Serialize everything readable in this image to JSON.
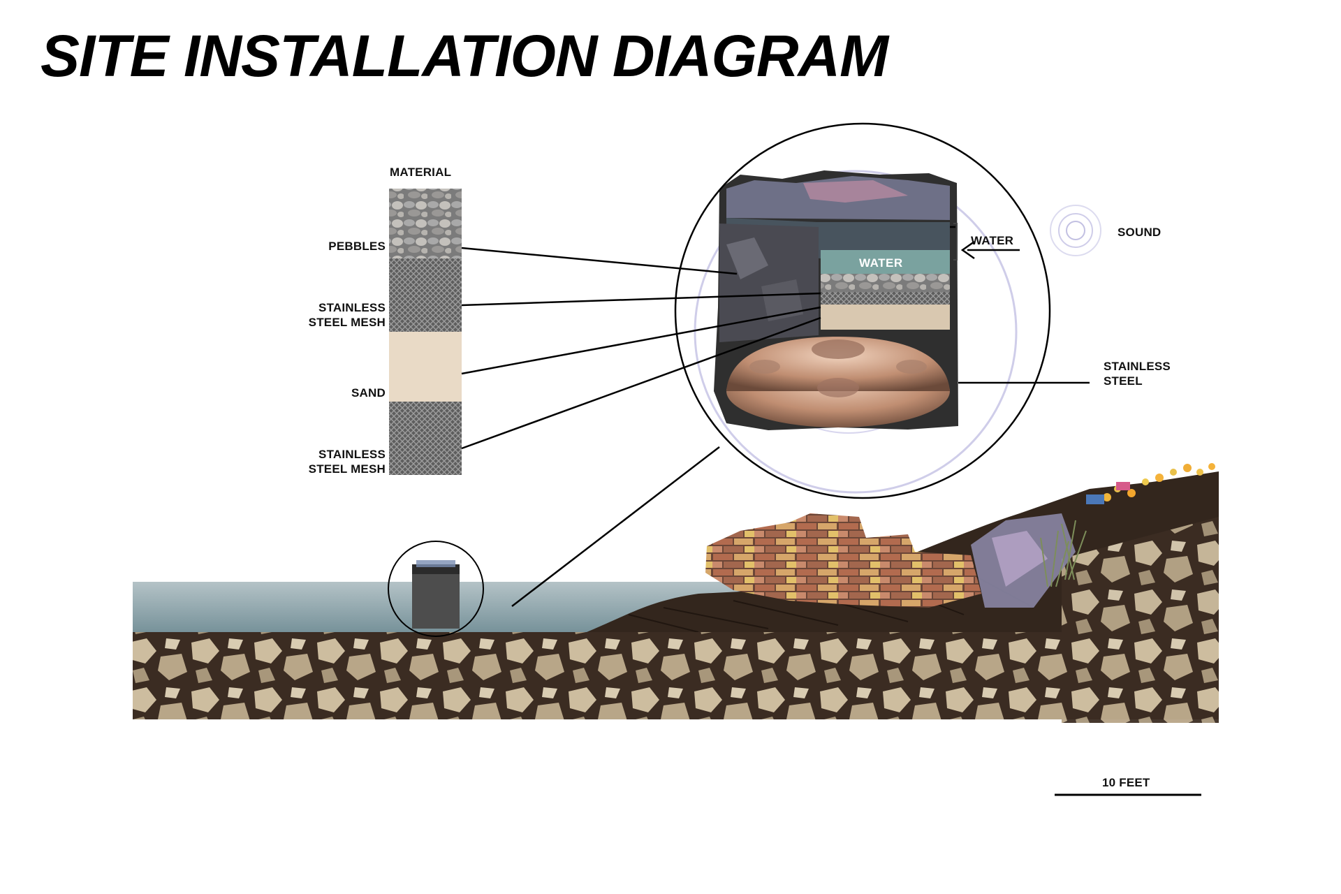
{
  "title": "SITE INSTALLATION DIAGRAM",
  "material_header": "MATERIAL",
  "materials": [
    {
      "label": "PEBBLES"
    },
    {
      "label_line1": "STAINLESS",
      "label_line2": "STEEL MESH"
    },
    {
      "label": "SAND"
    },
    {
      "label_line1": "STAINLESS",
      "label_line2": "STEEL MESH"
    }
  ],
  "callouts": {
    "water_outside": "WATER",
    "water_inside": "WATER",
    "sound": "SOUND",
    "steel_line1": "STAINLESS",
    "steel_line2": "STEEL"
  },
  "scale_bar": {
    "label": "10 FEET"
  },
  "colors": {
    "pebbles": "#8e8e8e",
    "mesh": "#6f6f6f",
    "sand": "#e9dac6",
    "water": "#7f9aa0",
    "soil": "#3a2a20",
    "rock": "#c9b89b",
    "sound_ring": "#c9c8e8",
    "steel_drum": "#c9a088"
  },
  "icons": [
    "sound-icon",
    "arrow-left-icon"
  ]
}
